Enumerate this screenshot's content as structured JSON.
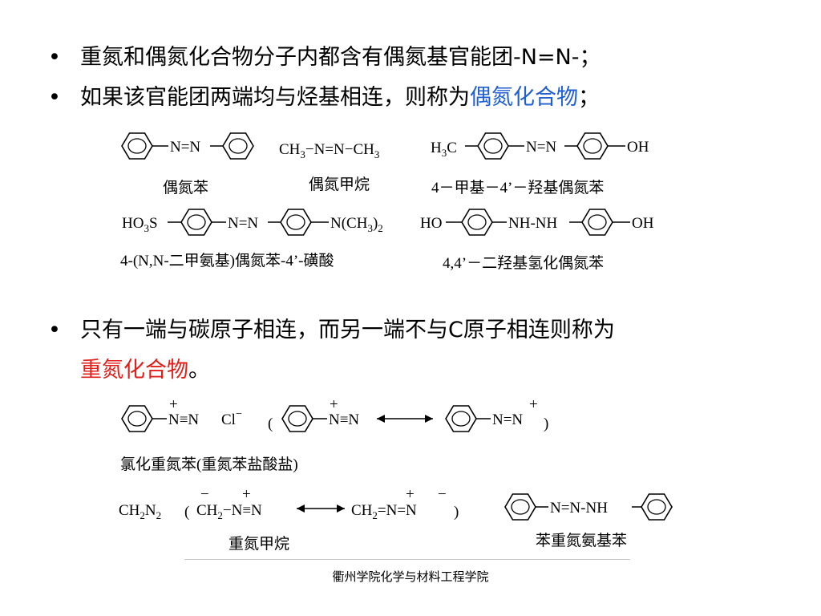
{
  "bullets": [
    {
      "marker": "•",
      "text": "重氮和偶氮化合物分子内都含有偶氮基官能团-N=N-；"
    },
    {
      "marker": "•",
      "text_before": "如果该官能团两端均与烃基相连，则称为",
      "highlight": "偶氮化合物",
      "text_after": "；"
    },
    {
      "marker": "•",
      "line1": "只有一端与碳原子相连，而另一端不与C原子相连则称为",
      "highlight": "重氮化合物",
      "text_after": "。"
    }
  ],
  "structures": {
    "azobenzene": {
      "label": "N=N",
      "caption": "偶氮苯"
    },
    "azomethane": {
      "formula_a": "CH3",
      "link": "-N=N-",
      "formula_b": "CH3",
      "caption": "偶氮甲烷"
    },
    "methyl_hydroxy": {
      "left": "H3C",
      "link": "N=N",
      "right": "OH",
      "caption": "4－甲基－4’－羟基偶氮苯"
    },
    "sulfonic": {
      "left": "HO3S",
      "link": "N=N",
      "right": "N(CH3)2",
      "caption": "4-(N,N-二甲氨基)偶氮苯-4’-磺酸"
    },
    "hydrazo": {
      "left": "HO",
      "link": "NH-NH",
      "right": "OH",
      "caption": "4,4’－二羟基氢化偶氮苯"
    },
    "diazonium_chloride": {
      "group": "N≡N",
      "counterion": "Cl",
      "caption": "氯化重氮苯(重氮苯盐酸盐)"
    },
    "diazomethane": {
      "formula": "CH2N2",
      "caption": "重氮甲烷"
    },
    "diazoaminobenzene": {
      "link": "N=N-NH",
      "caption": "苯重氮氨基苯"
    }
  },
  "footer": "衢州学院化学与材料工程学院"
}
